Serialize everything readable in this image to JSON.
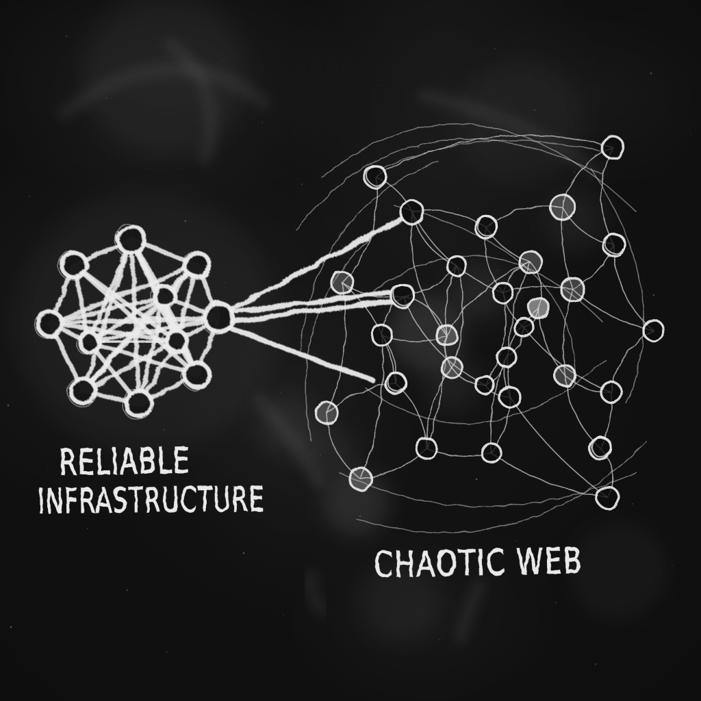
{
  "board": {
    "background_color": "#101010",
    "chalk_color": "#ebebeb",
    "chalk_dim_color": "#c9c9c9"
  },
  "reliable_network": {
    "label_line1": "RELIABLE",
    "label_line2": "INFRASTRUCTURE",
    "nodes": [
      [
        192,
        350,
        20
      ],
      [
        288,
        387,
        18
      ],
      [
        320,
        464,
        21
      ],
      [
        288,
        548,
        18
      ],
      [
        203,
        590,
        19
      ],
      [
        122,
        572,
        18
      ],
      [
        73,
        473,
        18
      ],
      [
        108,
        387,
        18
      ],
      [
        240,
        433,
        15
      ],
      [
        258,
        498,
        15
      ],
      [
        130,
        500,
        14
      ]
    ],
    "edges": [
      [
        0,
        1
      ],
      [
        1,
        2
      ],
      [
        2,
        3
      ],
      [
        3,
        4
      ],
      [
        4,
        5
      ],
      [
        5,
        6
      ],
      [
        6,
        7
      ],
      [
        7,
        0
      ],
      [
        0,
        8
      ],
      [
        0,
        9
      ],
      [
        0,
        10
      ],
      [
        0,
        4
      ],
      [
        0,
        3
      ],
      [
        0,
        5
      ],
      [
        1,
        8
      ],
      [
        1,
        9
      ],
      [
        1,
        5
      ],
      [
        1,
        6
      ],
      [
        2,
        8
      ],
      [
        2,
        9
      ],
      [
        2,
        6
      ],
      [
        2,
        10
      ],
      [
        3,
        9
      ],
      [
        3,
        7
      ],
      [
        3,
        10
      ],
      [
        3,
        8
      ],
      [
        4,
        8
      ],
      [
        4,
        9
      ],
      [
        4,
        10
      ],
      [
        5,
        8
      ],
      [
        5,
        9
      ],
      [
        6,
        8
      ],
      [
        6,
        9
      ],
      [
        6,
        10
      ],
      [
        7,
        9
      ],
      [
        7,
        10
      ],
      [
        8,
        9
      ],
      [
        8,
        10
      ],
      [
        9,
        10
      ]
    ]
  },
  "bridge_links": [
    [
      338,
      452,
      586,
      320
    ],
    [
      341,
      456,
      570,
      428
    ],
    [
      339,
      469,
      572,
      440
    ],
    [
      333,
      478,
      545,
      556
    ]
  ],
  "chaotic_web": {
    "label": "CHAOTIC WEB",
    "nodes": [
      [
        548,
        258,
        16,
        "d"
      ],
      [
        602,
        310,
        17,
        "p"
      ],
      [
        710,
        332,
        16,
        "d"
      ],
      [
        822,
        303,
        18,
        "s"
      ],
      [
        895,
        215,
        16,
        "p"
      ],
      [
        897,
        358,
        16,
        "d"
      ],
      [
        775,
        383,
        16,
        "s"
      ],
      [
        667,
        388,
        14,
        "p"
      ],
      [
        500,
        413,
        16,
        "s"
      ],
      [
        588,
        432,
        17,
        "d"
      ],
      [
        735,
        428,
        15,
        "p"
      ],
      [
        837,
        423,
        17,
        "s"
      ],
      [
        787,
        450,
        15,
        "f"
      ],
      [
        558,
        490,
        15,
        "p"
      ],
      [
        652,
        490,
        15,
        "s"
      ],
      [
        765,
        478,
        14,
        "p"
      ],
      [
        955,
        483,
        15,
        "p"
      ],
      [
        740,
        522,
        14,
        "p"
      ],
      [
        660,
        537,
        15,
        "s"
      ],
      [
        578,
        560,
        15,
        "d"
      ],
      [
        708,
        562,
        13,
        "p"
      ],
      [
        745,
        580,
        15,
        "p"
      ],
      [
        825,
        548,
        15,
        "s"
      ],
      [
        893,
        573,
        15,
        "p"
      ],
      [
        477,
        603,
        16,
        "s"
      ],
      [
        623,
        655,
        15,
        "p"
      ],
      [
        718,
        662,
        14,
        "p"
      ],
      [
        877,
        655,
        16,
        "d"
      ],
      [
        527,
        700,
        16,
        "s"
      ],
      [
        888,
        727,
        16,
        "p"
      ]
    ],
    "edges": [
      [
        0,
        1,
        -8
      ],
      [
        1,
        7,
        14
      ],
      [
        1,
        2,
        -12
      ],
      [
        2,
        3,
        -14
      ],
      [
        2,
        6,
        8
      ],
      [
        2,
        10,
        12
      ],
      [
        3,
        4,
        -16
      ],
      [
        3,
        11,
        8
      ],
      [
        3,
        5,
        12
      ],
      [
        4,
        5,
        20
      ],
      [
        5,
        16,
        18
      ],
      [
        5,
        11,
        -8
      ],
      [
        6,
        10,
        8
      ],
      [
        6,
        12,
        -10
      ],
      [
        6,
        14,
        16
      ],
      [
        7,
        9,
        -10
      ],
      [
        7,
        14,
        8
      ],
      [
        8,
        9,
        10
      ],
      [
        8,
        24,
        -16
      ],
      [
        8,
        0,
        22
      ],
      [
        9,
        13,
        8
      ],
      [
        9,
        14,
        -14
      ],
      [
        10,
        15,
        6
      ],
      [
        10,
        11,
        -8
      ],
      [
        11,
        22,
        8
      ],
      [
        12,
        15,
        -6
      ],
      [
        12,
        17,
        8
      ],
      [
        13,
        19,
        -8
      ],
      [
        13,
        14,
        10
      ],
      [
        14,
        18,
        6
      ],
      [
        15,
        17,
        -8
      ],
      [
        16,
        23,
        16
      ],
      [
        17,
        21,
        6
      ],
      [
        17,
        20,
        -8
      ],
      [
        18,
        20,
        8
      ],
      [
        18,
        25,
        12
      ],
      [
        19,
        24,
        10
      ],
      [
        19,
        25,
        -12
      ],
      [
        20,
        21,
        6
      ],
      [
        21,
        26,
        -8
      ],
      [
        22,
        23,
        8
      ],
      [
        22,
        27,
        12
      ],
      [
        23,
        27,
        -6
      ],
      [
        24,
        28,
        14
      ],
      [
        25,
        28,
        -10
      ],
      [
        25,
        26,
        8
      ],
      [
        26,
        29,
        12
      ],
      [
        27,
        29,
        -14
      ],
      [
        0,
        4,
        -40
      ],
      [
        1,
        10,
        18
      ],
      [
        7,
        18,
        -14
      ],
      [
        9,
        20,
        18
      ],
      [
        13,
        28,
        -14
      ],
      [
        15,
        23,
        12
      ],
      [
        1,
        14,
        20
      ],
      [
        6,
        21,
        16
      ],
      [
        8,
        19,
        -18
      ],
      [
        12,
        22,
        10
      ],
      [
        10,
        20,
        -16
      ],
      [
        14,
        25,
        -8
      ],
      [
        11,
        16,
        10
      ],
      [
        17,
        26,
        10
      ],
      [
        21,
        29,
        10
      ]
    ],
    "arcs": [
      "M 552 250 Q 700 178 882 222",
      "M 432 336 Q 600 120 880 255",
      "M 470 260 Q 690 80 930 310",
      "M 438 520 Q 455 310 640 235",
      "M 455 645 Q 415 455 555 335",
      "M 520 758 Q 760 830 945 645",
      "M 495 690 Q 700 790 930 690",
      "M 862 245 Q 985 430 915 590",
      "M 540 430 Q 710 300 880 470",
      "M 532 565 Q 700 690 885 525",
      "M 575 300 Q 850 370 840 560"
    ]
  },
  "smudges": {
    "strokes": [
      "M 95 165 Q 250 45 385 150",
      "M 250 65 Q 330 130 300 230",
      "M 380 585 Q 440 650 465 705",
      "M 455 845 Q 450 865 468 888",
      "M 700 855 Q 680 900 672 930",
      "M 620 140 Q 760 170 870 250"
    ],
    "dust_spots": [
      [
        622,
        487,
        55,
        0.1
      ],
      [
        700,
        425,
        42,
        0.06
      ],
      [
        520,
        735,
        48,
        0.09
      ],
      [
        480,
        660,
        40,
        0.05
      ],
      [
        585,
        880,
        60,
        0.04
      ],
      [
        215,
        470,
        190,
        0.035
      ],
      [
        240,
        110,
        120,
        0.04
      ],
      [
        760,
        180,
        90,
        0.03
      ],
      [
        905,
        835,
        70,
        0.03
      ],
      [
        420,
        620,
        45,
        0.05
      ],
      [
        840,
        320,
        45,
        0.05
      ],
      [
        660,
        560,
        40,
        0.05
      ]
    ]
  }
}
